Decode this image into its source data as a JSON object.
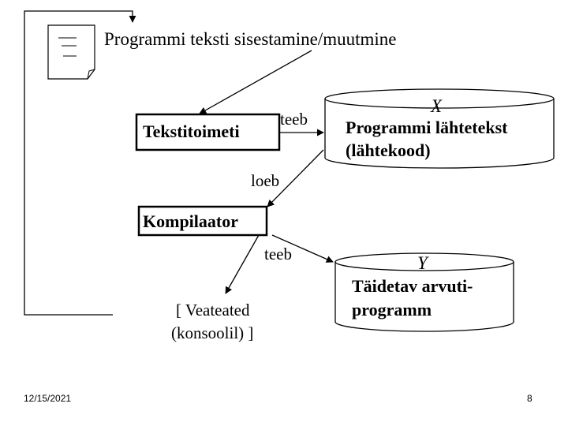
{
  "input_label": "Programmi teksti sisestamine/muutmine",
  "editor_label": "Tekstitoimeti",
  "editor_makes_label": "teeb",
  "source_symbol": "X",
  "source_title_line1": "Programmi lähtetekst",
  "source_title_line2": "(lähtekood)",
  "reads_label": "loeb",
  "compiler_label": "Kompilaator",
  "compiler_makes_label": "teeb",
  "errors_line1": "[ Veateated",
  "errors_line2": "(konsoolil) ]",
  "exec_symbol": "Y",
  "exec_title_line1": "Täidetav arvuti-",
  "exec_title_line2": "programm",
  "date": "12/15/2021",
  "page_number": "8"
}
